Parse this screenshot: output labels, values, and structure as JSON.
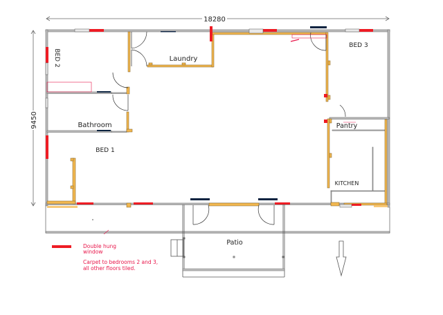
{
  "plan": {
    "dimension_width": "18280",
    "dimension_height": "9450",
    "colors": {
      "wall": "#8a8a8a",
      "timber_wall": "#f2b850",
      "window_double_hung": "#ee1c24",
      "window_dark": "#0c2340",
      "annotation": "#e8164a"
    }
  },
  "rooms": {
    "bed2": "BED  2",
    "laundry": "Laundry",
    "bed3": "BED  3",
    "bathroom": "Bathroom",
    "bed1": "BED   1",
    "pantry": "Pantry",
    "kitchen": "KITCHEN",
    "patio": "Patio"
  },
  "legend": {
    "symbol": "double-hung-window-swatch",
    "line1": "Double hung",
    "line2": "window",
    "note_line1": "Carpet to bedrooms 2 and 3,",
    "note_line2": "all other floors tiled."
  },
  "compass": {
    "icon": "north-arrow-down"
  }
}
